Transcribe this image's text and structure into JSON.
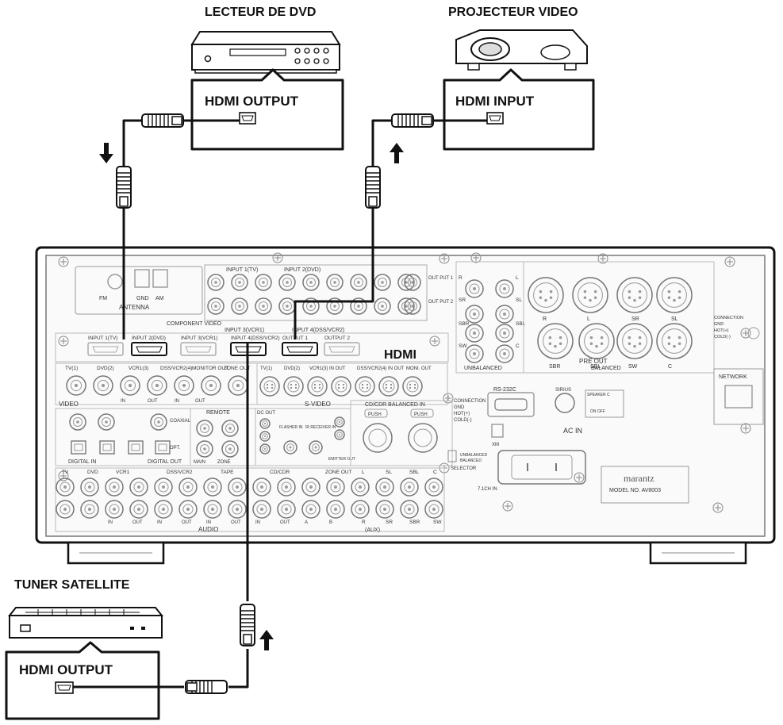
{
  "devices": {
    "dvd": {
      "title": "LECTEUR DE DVD",
      "port_label": "HDMI OUTPUT"
    },
    "projector": {
      "title": "PROJECTEUR VIDEO",
      "port_label": "HDMI INPUT"
    },
    "satellite": {
      "title": "TUNER SATELLITE",
      "port_label": "HDMI OUTPUT"
    }
  },
  "receiver": {
    "brand": "marantz",
    "model": "MODEL NO. AV8003",
    "hdmi_logo": "HDMI",
    "hdmi_ports": [
      "INPUT 1(TV)",
      "INPUT 2(DVD)",
      "INPUT 3(VCR1)",
      "INPUT 4(DSS/VCR2)",
      "OUTPUT 1",
      "OUTPUT 2"
    ],
    "hdmi_group_labels": [
      "INPUT 3(VCR1)",
      "INPUT 4(DSS/VCR2)"
    ],
    "component_labels": [
      "INPUT 1(TV)",
      "INPUT 2(DVD)",
      "COMPONENT VIDEO",
      "OUT PUT 1",
      "OUT PUT 2"
    ],
    "antenna": {
      "fm": "FM",
      "gnd": "GND",
      "am": "AM",
      "label": "ANTENNA"
    },
    "video_labels": [
      "TV(1)",
      "DVD(2)",
      "VCR1(3)",
      "DSS/VCR2(4)",
      "MONITOR OUT",
      "ZONE OUT"
    ],
    "video_section": "VIDEO",
    "svideo_section": "S-VIDEO",
    "svideo_labels": [
      "TV(1)",
      "DVD(2)",
      "VCR1(3) IN OUT",
      "DSS/VCR2(4) IN OUT",
      "MONI. OUT"
    ],
    "in_out": [
      "IN",
      "OUT",
      "IN",
      "OUT"
    ],
    "digital_in": "DIGITAL IN",
    "digital_out": "DIGITAL OUT",
    "coax": "COAXIAL",
    "opt": "OPT.",
    "remote": "REMOTE",
    "remote_sub": [
      "MAIN",
      "ZONE"
    ],
    "dc_out": "DC OUT",
    "flasher": "FLASHER IN",
    "ir_receiver": "IR RECEIVER IN",
    "emitter": "EMITTER OUT",
    "cd_balanced": "CD/CDR BALANCED IN",
    "push": "PUSH",
    "connection": {
      "title": "CONNECTION",
      "gnd": "GND",
      "hot": "HOT(+)",
      "cold": "COLD(-)"
    },
    "rs232c": "RS-232C",
    "sirius": "SIRIUS",
    "xm": "XM",
    "speaker_c": "SPEAKER C",
    "on_off": "ON OFF",
    "ac_in": "AC IN",
    "selector": "SELECTOR",
    "unbal_bal": [
      "UNBALANCED",
      "BALANCED"
    ],
    "audio_labels": [
      "TV",
      "DVD",
      "VCR1",
      "DSS/VCR2",
      "TAPE",
      "CD/CDR",
      "ZONE OUT"
    ],
    "audio_section": "AUDIO",
    "audio_bottom": [
      "IN",
      "OUT",
      "IN",
      "OUT",
      "IN",
      "OUT",
      "IN",
      "OUT",
      "A",
      "B"
    ],
    "channels_7_1": [
      "L",
      "SL",
      "SBL",
      "C",
      "R",
      "SR",
      "SBR",
      "SW"
    ],
    "ch71_label": "7.1CH IN",
    "aux": "(AUX)",
    "preout_top": [
      "R",
      "L",
      "SR",
      "SL",
      "SBR",
      "SBL",
      "SW",
      "C"
    ],
    "preout_bal_top": [
      "R",
      "L",
      "SR",
      "SL"
    ],
    "preout_bal_bottom": [
      "SBR",
      "SBL",
      "SW",
      "C"
    ],
    "pre_out": "PRE OUT",
    "network": "NETWORK"
  }
}
